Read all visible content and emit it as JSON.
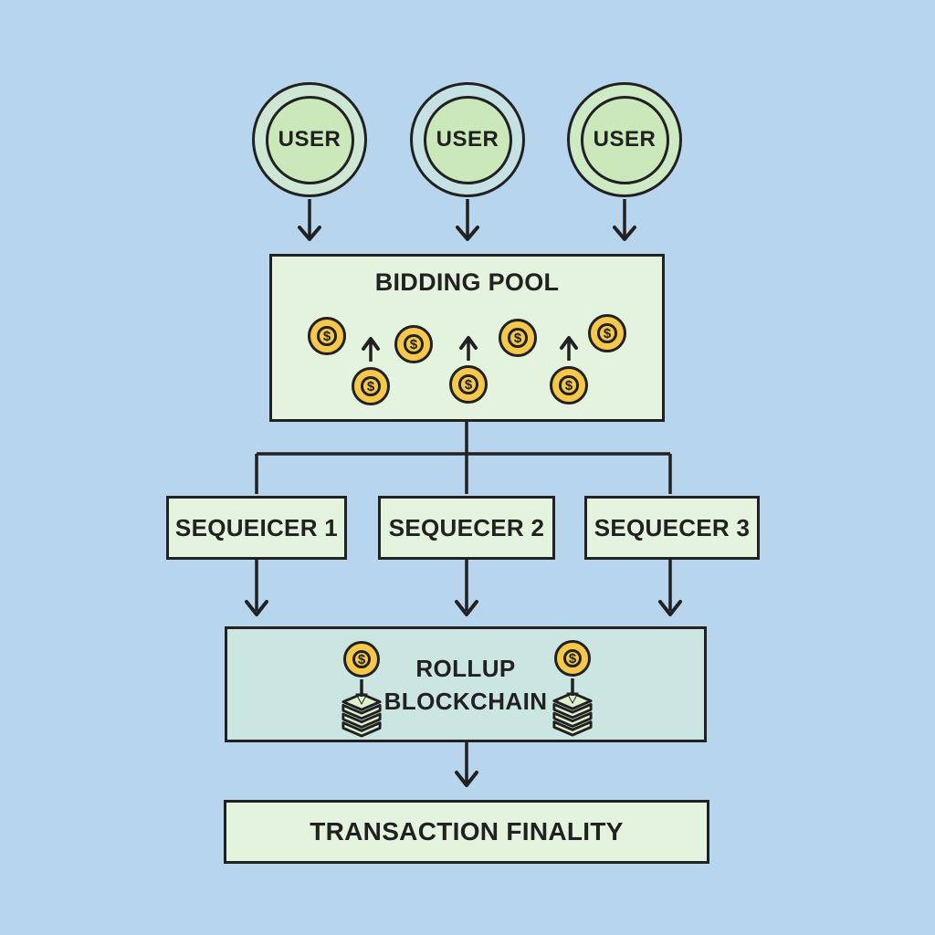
{
  "users": [
    {
      "label": "USER"
    },
    {
      "label": "USER"
    },
    {
      "label": "USER"
    }
  ],
  "bidding_pool": {
    "title": "BIDDING POOL"
  },
  "sequencers": [
    {
      "label": "SEQUEICER 1"
    },
    {
      "label": "SEQUECER 2"
    },
    {
      "label": "SEQUECER 3"
    }
  ],
  "rollup": {
    "line1": "ROLLUP",
    "line2": "BLOCKCHAIN"
  },
  "finality": {
    "label": "TRANSACTION FINALITY"
  },
  "coin_symbol": "$",
  "colors": {
    "background": "#B7D6EE",
    "box_green": "#E4F3DE",
    "box_teal": "#CBE6E1",
    "outline": "#212121",
    "coin_gold": "#F5C84B",
    "user_fill": "#CBE8BA",
    "stack_fill": "#DFF2CE"
  }
}
